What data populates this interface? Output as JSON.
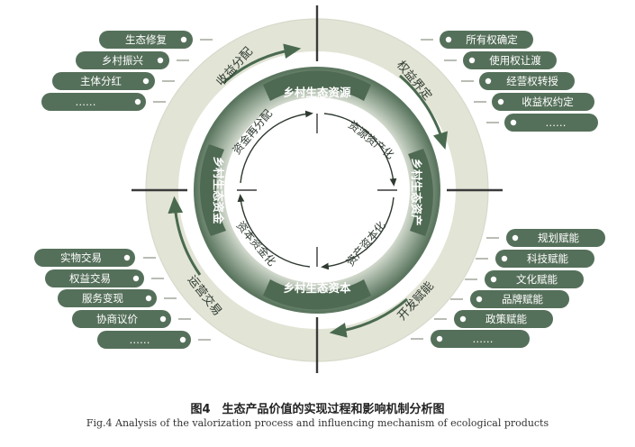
{
  "figure": {
    "caption_cn": "图4　生态产品价值的实现过程和影响机制分析图",
    "caption_en": "Fig.4   Analysis of the valorization process and influencing mechanism of ecological products"
  },
  "colors": {
    "outer_ring": "#e2e4d6",
    "band_dark": "#4f6a53",
    "band_light": "#e7eadf",
    "pill": "#55705a",
    "connector": "#b9bdb4",
    "axis": "#3a3a3a"
  },
  "outer_ring": {
    "top_left": "收益分配",
    "top_right": "权益界定",
    "bottom_right": "开发赋能",
    "bottom_left": "运营交易"
  },
  "band": {
    "top": "乡村生态资源",
    "right": "乡村生态资产",
    "bottom": "乡村生态资本",
    "left": "乡村生态资金"
  },
  "inner": {
    "top_right": "资源资产化",
    "bottom_right": "资产资本化",
    "bottom_left": "资本资金化",
    "top_left": "资金再分配"
  },
  "pills": {
    "top_left": [
      "生态修复",
      "乡村振兴",
      "主体分红",
      "……"
    ],
    "top_right": [
      "所有权确定",
      "使用权让渡",
      "经营权转授",
      "收益权约定",
      "……"
    ],
    "bottom_right": [
      "规划赋能",
      "科技赋能",
      "文化赋能",
      "品牌赋能",
      "政策赋能",
      "……"
    ],
    "bottom_left": [
      "实物交易",
      "权益交易",
      "服务变现",
      "协商议价",
      "……"
    ]
  }
}
